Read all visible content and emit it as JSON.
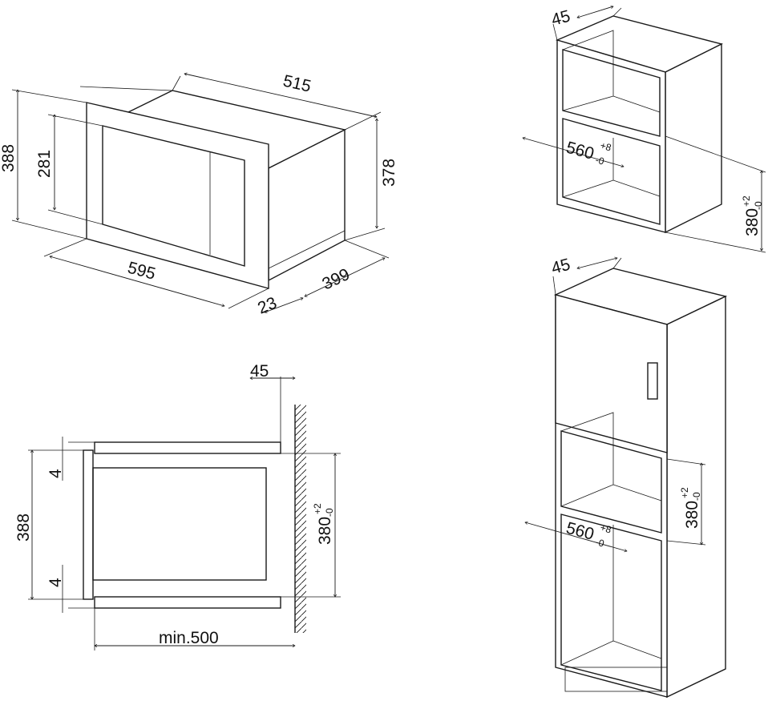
{
  "microwave_view": {
    "depth": "515",
    "total_height": "388",
    "window_height": "281",
    "body_height": "378",
    "width": "595",
    "body_depth": "399",
    "frame_depth": "23"
  },
  "cabinet_top": {
    "clearance": "45",
    "width": "560",
    "width_tol_plus": "+8",
    "width_tol_minus": "-0",
    "height": "380",
    "height_tol_plus": "+2",
    "height_tol_minus": "-0"
  },
  "section_view": {
    "clearance": "45",
    "gap_top": "4",
    "gap_bottom": "4",
    "height": "388",
    "opening": "380",
    "opening_tol_plus": "+2",
    "opening_tol_minus": "-0",
    "min_depth": "min.500"
  },
  "cabinet_tall": {
    "clearance": "45",
    "height": "380",
    "height_tol_plus": "+2",
    "height_tol_minus": "-0",
    "width": "560",
    "width_tol_plus": "+8",
    "width_tol_minus": "-0"
  }
}
